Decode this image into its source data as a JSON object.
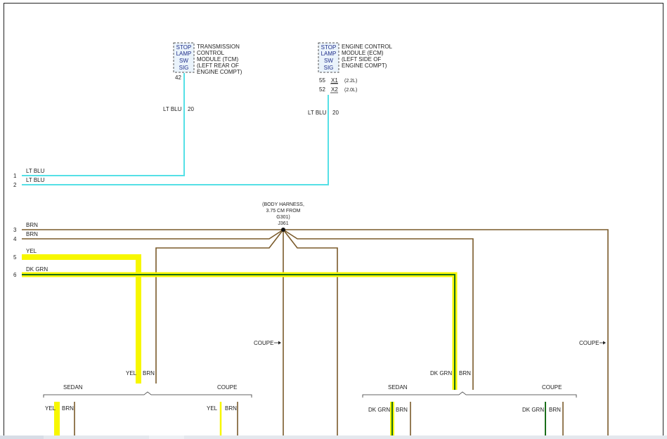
{
  "modules": {
    "tcm": {
      "box_lines": [
        "STOP",
        "LAMP",
        "SW",
        "SIG"
      ],
      "desc_lines": [
        "TRANSMISSION",
        "CONTROL",
        "MODULE (TCM)",
        "(LEFT REAR OF",
        "ENGINE COMPT)"
      ],
      "pin": "42",
      "wire_label": "LT BLU",
      "wire_circuit": "20"
    },
    "ecm": {
      "box_lines": [
        "STOP",
        "LAMP",
        "SW",
        "SIG"
      ],
      "desc_lines": [
        "ENGINE CONTROL",
        "MODULE (ECM)",
        "(LEFT SIDE OF",
        "ENGINE COMPT)"
      ],
      "pin_a": "55",
      "conn_a": "X1",
      "variant_a": "(2.2L)",
      "pin_b": "52",
      "conn_b": "X2",
      "variant_b": "(2.0L)",
      "wire_label": "LT BLU",
      "wire_circuit": "20"
    }
  },
  "rows": [
    {
      "num": "1",
      "label": "LT BLU"
    },
    {
      "num": "2",
      "label": "LT BLU"
    },
    {
      "num": "3",
      "label": "BRN"
    },
    {
      "num": "4",
      "label": "BRN"
    },
    {
      "num": "5",
      "label": "YEL"
    },
    {
      "num": "6",
      "label": "DK GRN"
    }
  ],
  "splice": {
    "lines": [
      "(BODY HARNESS,",
      "3.75 CM FROM",
      "G301)"
    ],
    "id": "J361"
  },
  "labels": {
    "coupe_arrow": "COUPE",
    "yel": "YEL",
    "brn": "BRN",
    "dk_grn": "DK GRN",
    "sedan": "SEDAN",
    "coupe": "COUPE"
  },
  "colors": {
    "lt_blu": "#55e0e6",
    "brn": "#7a5a2a",
    "yel": "#f7f700",
    "dk_grn": "#1a6e1a"
  }
}
